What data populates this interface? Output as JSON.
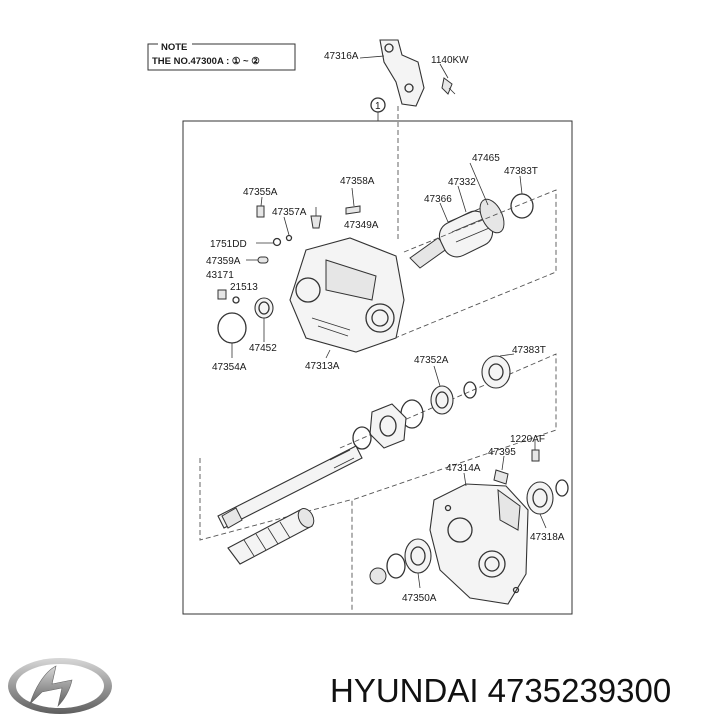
{
  "note": {
    "title": "NOTE",
    "text": "THE NO.47300A : ① ~ ②"
  },
  "callout": "1",
  "parts": {
    "p47316A": "47316A",
    "p1140KW": "1140KW",
    "p47465": "47465",
    "p47383T": "47383T",
    "p47332": "47332",
    "p47366": "47366",
    "p47355A": "47355A",
    "p47358A": "47358A",
    "p47357A": "47357A",
    "p47349A": "47349A",
    "p1751DD": "1751DD",
    "p47359A": "47359A",
    "p43171": "43171",
    "p21513": "21513",
    "p47452": "47452",
    "p47354A": "47354A",
    "p47313A": "47313A",
    "p47352A": "47352A",
    "p47383T_b": "47383T",
    "p1220AF": "1220AF",
    "p47395": "47395",
    "p47314A": "47314A",
    "p47318A": "47318A",
    "p47350A": "47350A"
  },
  "brand": {
    "caption": "HYUNDAI 4735239300",
    "logo_icon": "hyundai-logo-icon"
  }
}
